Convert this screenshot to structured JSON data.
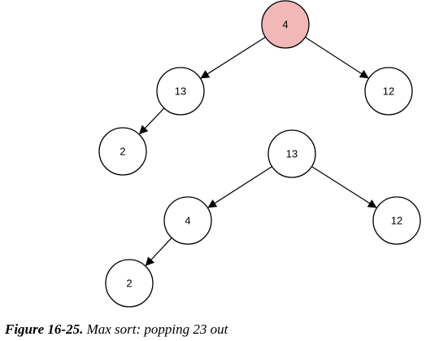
{
  "diagrams": [
    {
      "nodes": [
        {
          "id": "a",
          "label": "4",
          "highlighted": true
        },
        {
          "id": "b",
          "label": "13",
          "highlighted": false
        },
        {
          "id": "c",
          "label": "12",
          "highlighted": false
        },
        {
          "id": "d",
          "label": "2",
          "highlighted": false
        }
      ],
      "edges": [
        {
          "from": "a",
          "to": "b"
        },
        {
          "from": "a",
          "to": "c"
        },
        {
          "from": "b",
          "to": "d"
        }
      ]
    },
    {
      "nodes": [
        {
          "id": "e",
          "label": "13",
          "highlighted": false
        },
        {
          "id": "f",
          "label": "4",
          "highlighted": false
        },
        {
          "id": "g",
          "label": "12",
          "highlighted": false
        },
        {
          "id": "h",
          "label": "2",
          "highlighted": false
        }
      ],
      "edges": [
        {
          "from": "e",
          "to": "f"
        },
        {
          "from": "e",
          "to": "g"
        },
        {
          "from": "f",
          "to": "h"
        }
      ]
    }
  ],
  "colors": {
    "highlight_fill": "#f2b8b8",
    "highlight_stroke": "#b85450",
    "node_fill": "#ffffff",
    "node_stroke": "#000000"
  },
  "caption": {
    "figure_number": "Figure 16-25.",
    "text": "Max sort: popping 23 out"
  }
}
